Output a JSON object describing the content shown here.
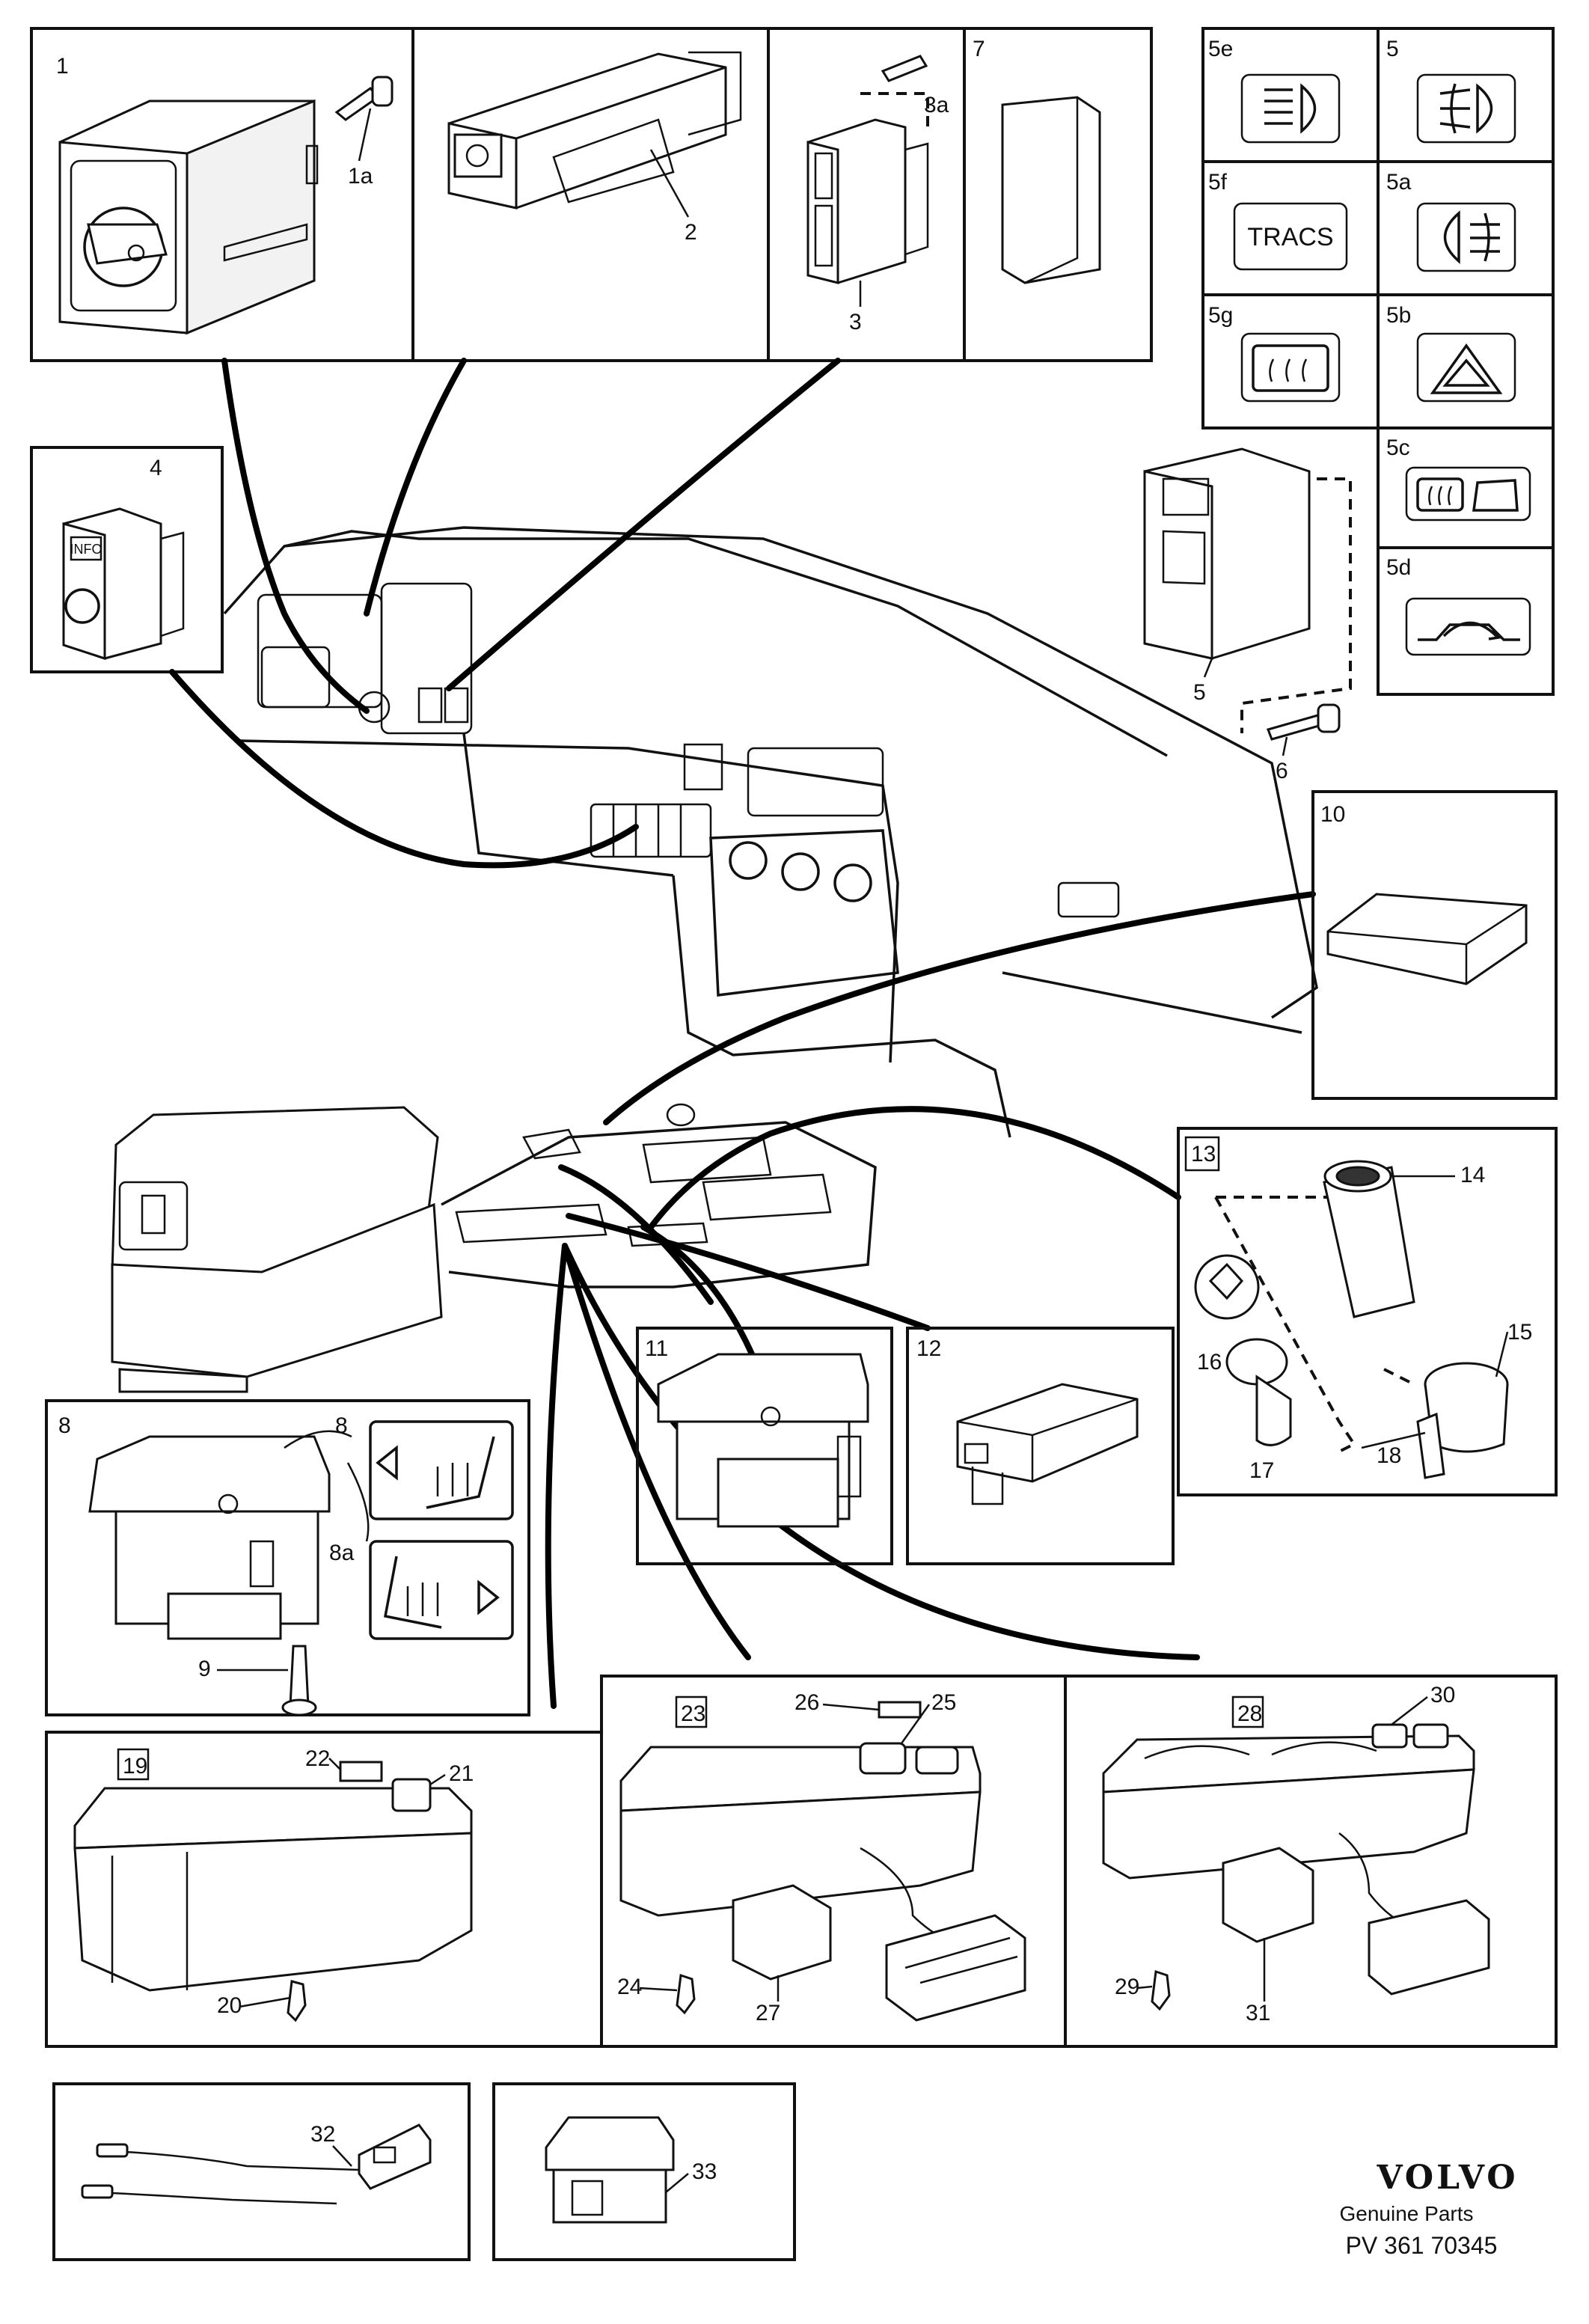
{
  "brand": {
    "name": "VOLVO",
    "subtitle": "Genuine Parts",
    "catalog_number": "PV 361 70345"
  },
  "symbol_text": {
    "tracs": "TRACS",
    "info": "INFO"
  },
  "labels": {
    "p1": "1",
    "p1a": "1a",
    "p2": "2",
    "p3": "3",
    "p3a": "3a",
    "p4": "4",
    "p5": "5",
    "p5e": "5e",
    "p5top": "5",
    "p5f": "5f",
    "p5a": "5a",
    "p5g": "5g",
    "p5b": "5b",
    "p5c": "5c",
    "p5d": "5d",
    "p6": "6",
    "p7": "7",
    "p8": "8",
    "p8b": "8",
    "p8a": "8a",
    "p9": "9",
    "p10": "10",
    "p11": "11",
    "p12": "12",
    "p13": "13",
    "p14": "14",
    "p15": "15",
    "p16": "16",
    "p17": "17",
    "p18": "18",
    "p19": "19",
    "p20": "20",
    "p21": "21",
    "p22": "22",
    "p23": "23",
    "p24": "24",
    "p25": "25",
    "p26": "26",
    "p27": "27",
    "p28": "28",
    "p29": "29",
    "p30": "30",
    "p31": "31",
    "p32": "32",
    "p33": "33"
  }
}
